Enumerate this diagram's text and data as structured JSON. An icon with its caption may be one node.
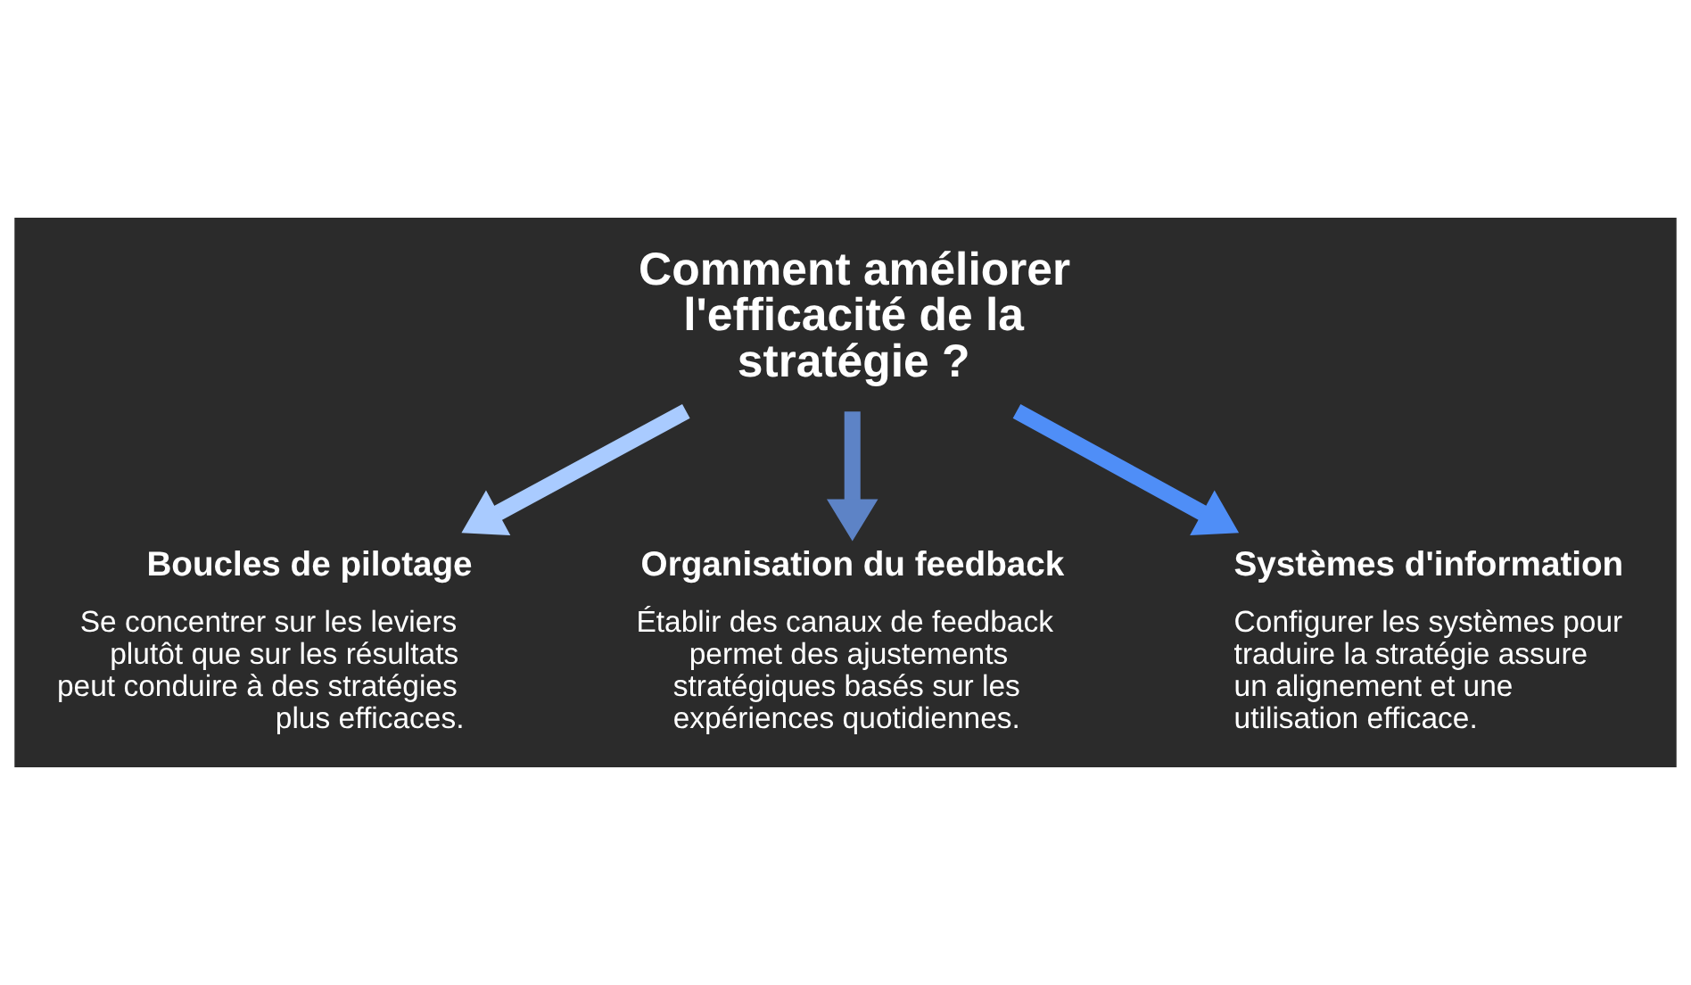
{
  "diagram": {
    "nodes": [
      {
        "text": [
          "Comment améliorer l'efficacité de la stratégie ?"
        ]
      },
      {
        "text": [
          "Boucles de pilotage",
          "Se concentrer sur les leviers plutôt que sur les résultats peut conduire à des stratégies plus efficaces."
        ]
      },
      {
        "text": [
          "Systèmes d'information",
          "Configurer les systèmes pour traduire la stratégie assure un alignement et une utilisation efficace."
        ]
      },
      {
        "text": [
          "Organisation du feedback",
          "Établir des canaux de feedback permet des ajustements stratégiques basés sur les expériences quotidiennes."
        ]
      }
    ],
    "edges": [
      {
        "from": 0,
        "to": 1,
        "arrow": "to",
        "color": "#a9cbff"
      },
      {
        "from": 0,
        "to": 3,
        "arrow": "to",
        "color": "#5d83c6"
      },
      {
        "from": 0,
        "to": 2,
        "arrow": "to",
        "color": "#4f8ef7"
      }
    ]
  }
}
